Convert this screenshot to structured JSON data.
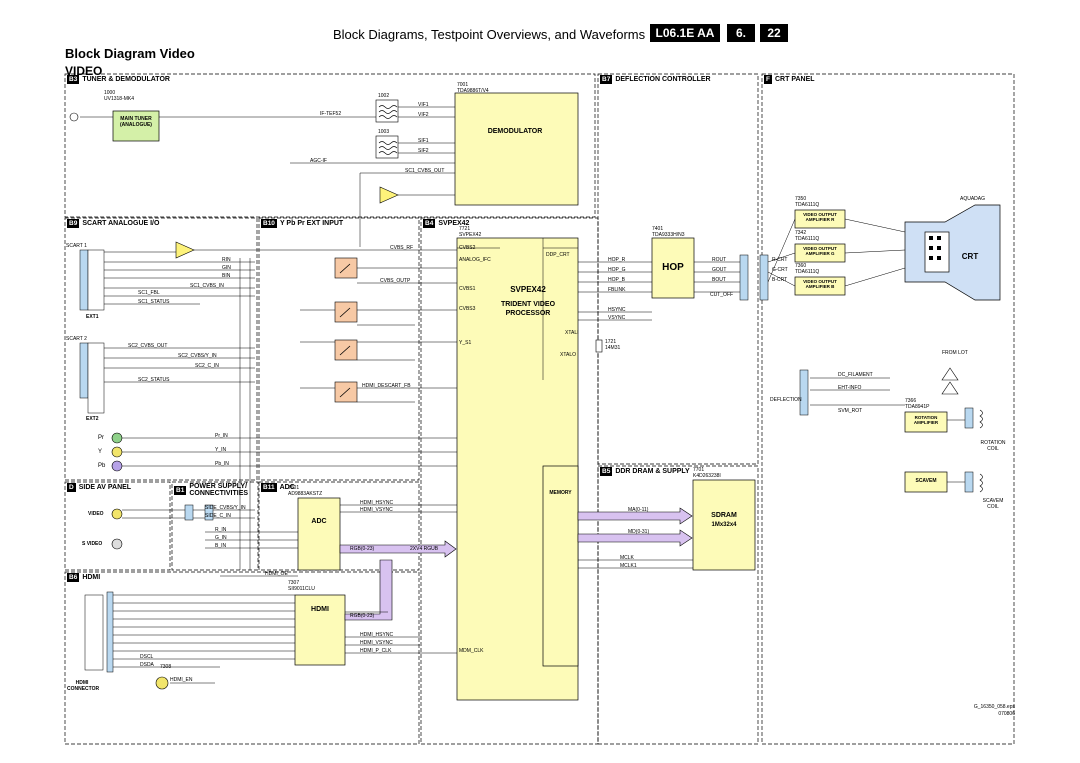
{
  "header": {
    "title": "Block Diagrams, Testpoint Overviews, and Waveforms",
    "model": "L06.1E AA",
    "chapter": "6.",
    "page": "22"
  },
  "page_title": "Block Diagram Video",
  "subtitle": "VIDEO",
  "sections": {
    "b3": {
      "tag": "B3",
      "name": "TUNER & DEMODULATOR"
    },
    "b7": {
      "tag": "B7",
      "name": "DEFLECTION CONTROLLER"
    },
    "f": {
      "tag": "F",
      "name": "CRT PANEL"
    },
    "b9": {
      "tag": "B9",
      "name": "SCART ANALOGUE I/O"
    },
    "b10": {
      "tag": "B10",
      "name": "Y Pb Pr EXT INPUT"
    },
    "b4": {
      "tag": "B4",
      "name": "SVPEX42"
    },
    "b5": {
      "tag": "B5",
      "name": "DDR DRAM & SUPPLY"
    },
    "d": {
      "tag": "D",
      "name": "SIDE AV PANEL"
    },
    "b1": {
      "tag": "B1",
      "name": "POWER SUPPLY/ CONNECTIVITIES"
    },
    "b11": {
      "tag": "B11",
      "name": "ADC"
    },
    "b6": {
      "tag": "B6",
      "name": "HDMI"
    }
  },
  "blocks": {
    "demod": "DEMODULATOR",
    "tuner": "MAIN TUNER (ANALOGUE)",
    "svpex": "SVPEX42",
    "trident": "TRIDENT VIDEO PROCESSOR",
    "hop": "HOP",
    "crt": "CRT",
    "sdram": "SDRAM",
    "sdram_size": "1Mx32x4",
    "adc": "ADC",
    "hdmi": "HDMI",
    "amp_r": "VIDEO OUTPUT AMPLIFIER R",
    "amp_g": "VIDEO OUTPUT AMPLIFIER G",
    "amp_b": "VIDEO OUTPUT AMPLIFIER B",
    "rotation": "ROTATION AMPLIFIER",
    "scavem": "SCAVEM",
    "memory": "MEMORY"
  },
  "parts": {
    "p1000": "1000",
    "p1000n": "UV1318-MK4",
    "p7001": "7001",
    "p7001n": "TDA9886T/V4",
    "p1002a": "1002",
    "p1002b": "1003",
    "p7721": "7721",
    "p7721n": "SVPEX42",
    "p7401": "7401",
    "p7401n": "TDA9333H/N3",
    "p7350": "7350",
    "p7350n": "TDA6111Q",
    "p7342": "7342",
    "p7342n": "TDA6111Q",
    "p7360": "7360",
    "p7360n": "TDA6111Q",
    "p7701": "7701",
    "p7701n": "K4D263238I",
    "p7601": "7601",
    "p7601n": "AD9883AKSTZ",
    "p7307": "7307",
    "p7307n": "SII9011CLU",
    "p7308": "7308",
    "p7366": "7366",
    "p7366n": "TDA8941P",
    "p1721": "1721",
    "p1721n": "14M31",
    "aquadag": "AQUADAG"
  },
  "signals": {
    "if_tef": "IF-TEF52",
    "vif1": "VIF1",
    "vif2": "VIF2",
    "sif1": "SIF1",
    "sif2": "SIF2",
    "agc_if": "AGC-IF",
    "cvbs_out": "SC1_CVBS_OUT",
    "cvbs_rf": "CVBS_RF",
    "cvbs_outp": "CVBS_OUTP",
    "cvbs1": "CVBS1",
    "cvbs2": "CVBS2",
    "cvbs3": "CVBS3",
    "hop_r": "HOP_R",
    "hop_g": "HOP_G",
    "hop_b": "HOP_B",
    "fblink": "FBLINK",
    "hsync": "HSYNC",
    "vsync": "VSYNC",
    "rout": "ROUT",
    "gout": "GOUT",
    "bout": "BOUT",
    "cut_off": "CUT_OFF",
    "r_crt": "R-CRT",
    "g_crt": "G-CRT",
    "b_crt": "B-CRT",
    "ddp_crt": "DDP_CRT",
    "analog_ifc": "ANALOG_IFC",
    "y_s1": "Y_S1",
    "xtali": "XTALI",
    "xtalo": "XTALO",
    "dc_filament": "DC_FILAMENT",
    "eht_info": "EHT-INFO",
    "svm_rot": "SVM_ROT",
    "from_lot": "FROM LOT",
    "deflection": "DEFLECTION",
    "ma": "MA(0-11)",
    "md": "MD(0-31)",
    "mclk": "MCLK",
    "mclk1": "MCLK1",
    "rgb_bus": "RGB(0-23)",
    "rgb_bus2": "2XV4 RGUB",
    "pr_in": "Pr_IN",
    "y_in": "Y_IN",
    "pb_in": "Pb_IN",
    "hdmi_hsync": "HDMI_HSYNC",
    "hdmi_vsync": "HDMI_VSYNC",
    "hdmi_pclk": "HDMI_P_CLK",
    "rgb_hdmi": "RGB(0-23)",
    "hdmi_en": "HDMI_EN",
    "dsdl": "DSCL",
    "dsda": "DSDA",
    "mdm_clk": "MDM_CLK",
    "hdmi_oe": "HDMI_OE",
    "side_cvbs": "SIDE_CVBS/Y_IN",
    "side_c": "SIDE_C_IN",
    "sc1_fbl": "SC1_FBL",
    "sc1_status": "SC1_STATUS",
    "sc2_status": "SC2_STATUS",
    "sc2_cvbs_out": "SC2_CVBS_OUT",
    "sc2_cvbs_in": "SC2_CVBS/Y_IN",
    "sc2_c_in": "SC2_C_IN",
    "rin": "RIN",
    "gin": "GIN",
    "bin": "BIN",
    "sc1_cvbs_in": "SC1_CVBS_IN",
    "r_in": "R_IN",
    "g_in": "G_IN",
    "b_in": "B_IN",
    "hdmi_fbl": "HDMI_DESCART_FB"
  },
  "connectors": {
    "ext1": "EXT1",
    "ext2": "EXT2",
    "scart1": "SCART 1",
    "scart2": "SCART 2",
    "video": "VIDEO",
    "svideo": "S VIDEO",
    "hdmi_conn": "HDMI CONNECTOR",
    "rotation_coil": "ROTATION COIL",
    "scavem_coil": "SCAVEM COIL",
    "pr": "Pr",
    "y": "Y",
    "pb": "Pb"
  },
  "footer": {
    "ref": "G_16350_058.eps",
    "date": "070806"
  }
}
